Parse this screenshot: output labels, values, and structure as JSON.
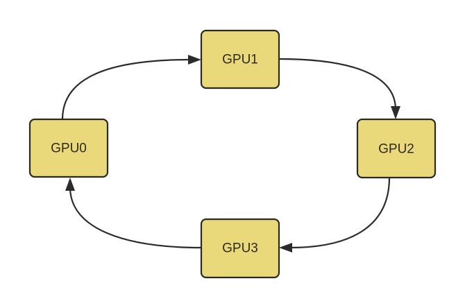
{
  "diagram": {
    "type": "ring",
    "fill_color": "#ead97a",
    "border_color": "#2a2a22",
    "edge_color": "#2b2b2b",
    "nodes": [
      {
        "id": "gpu0",
        "label": "GPU0"
      },
      {
        "id": "gpu1",
        "label": "GPU1"
      },
      {
        "id": "gpu2",
        "label": "GPU2"
      },
      {
        "id": "gpu3",
        "label": "GPU3"
      }
    ],
    "edges": [
      {
        "from": "gpu0",
        "to": "gpu1"
      },
      {
        "from": "gpu1",
        "to": "gpu2"
      },
      {
        "from": "gpu2",
        "to": "gpu3"
      },
      {
        "from": "gpu3",
        "to": "gpu0"
      }
    ]
  }
}
